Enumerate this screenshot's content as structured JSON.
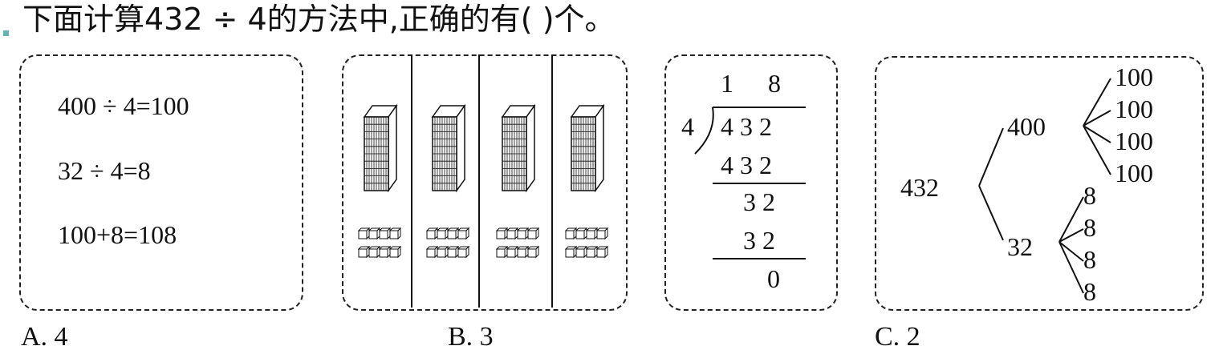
{
  "question": {
    "text": "下面计算432 ÷ 4的方法中,正确的有(          )个。",
    "bullet_color": "#5fb8b0"
  },
  "method_a": {
    "lines": [
      "400 ÷ 4=100",
      "32 ÷ 4=8",
      "100+8=108"
    ]
  },
  "method_b": {
    "groups": 4,
    "hundreds_per_group": 1,
    "ones_per_group": 8
  },
  "method_c": {
    "quotient": [
      "1",
      "8"
    ],
    "divisor": "4",
    "dividend": "4 3 2",
    "step1": "4 3 2",
    "remainder1": "3 2",
    "step2": "3 2",
    "remainder": "0"
  },
  "method_d": {
    "root": "432",
    "branch_a": "400",
    "branch_a_parts": [
      "100",
      "100",
      "100",
      "100"
    ],
    "branch_b": "32",
    "branch_b_parts": [
      "8",
      "8",
      "8",
      "8"
    ]
  },
  "options": [
    "A. 4",
    "B. 3",
    "C. 2"
  ]
}
